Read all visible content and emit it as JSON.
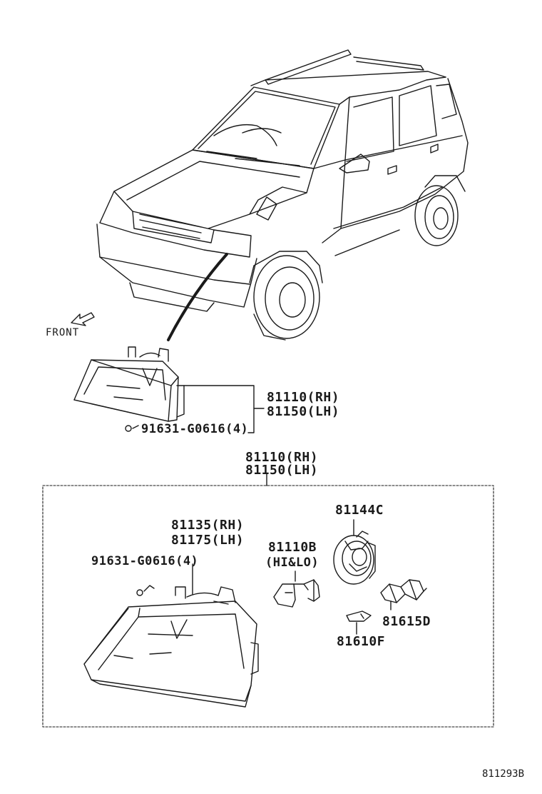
{
  "labels": {
    "front": "FRONT",
    "top_rh": "81110(RH)",
    "top_lh": "81150(LH)",
    "top_screw": "91631-G0616(4)",
    "box_rh": "81110(RH)",
    "box_lh": "81150(LH)",
    "unit_rh": "81135(RH)",
    "unit_lh": "81175(LH)",
    "screw": "91631-G0616(4)",
    "bulb": "81110B",
    "bulb_type": "(HI&LO)",
    "socket_cap": "81144C",
    "small_socket": "81615D",
    "small_bulb": "81610F",
    "drawing_code": "811293B"
  },
  "colors": {
    "line": "#1a1a1a",
    "background": "#ffffff"
  }
}
